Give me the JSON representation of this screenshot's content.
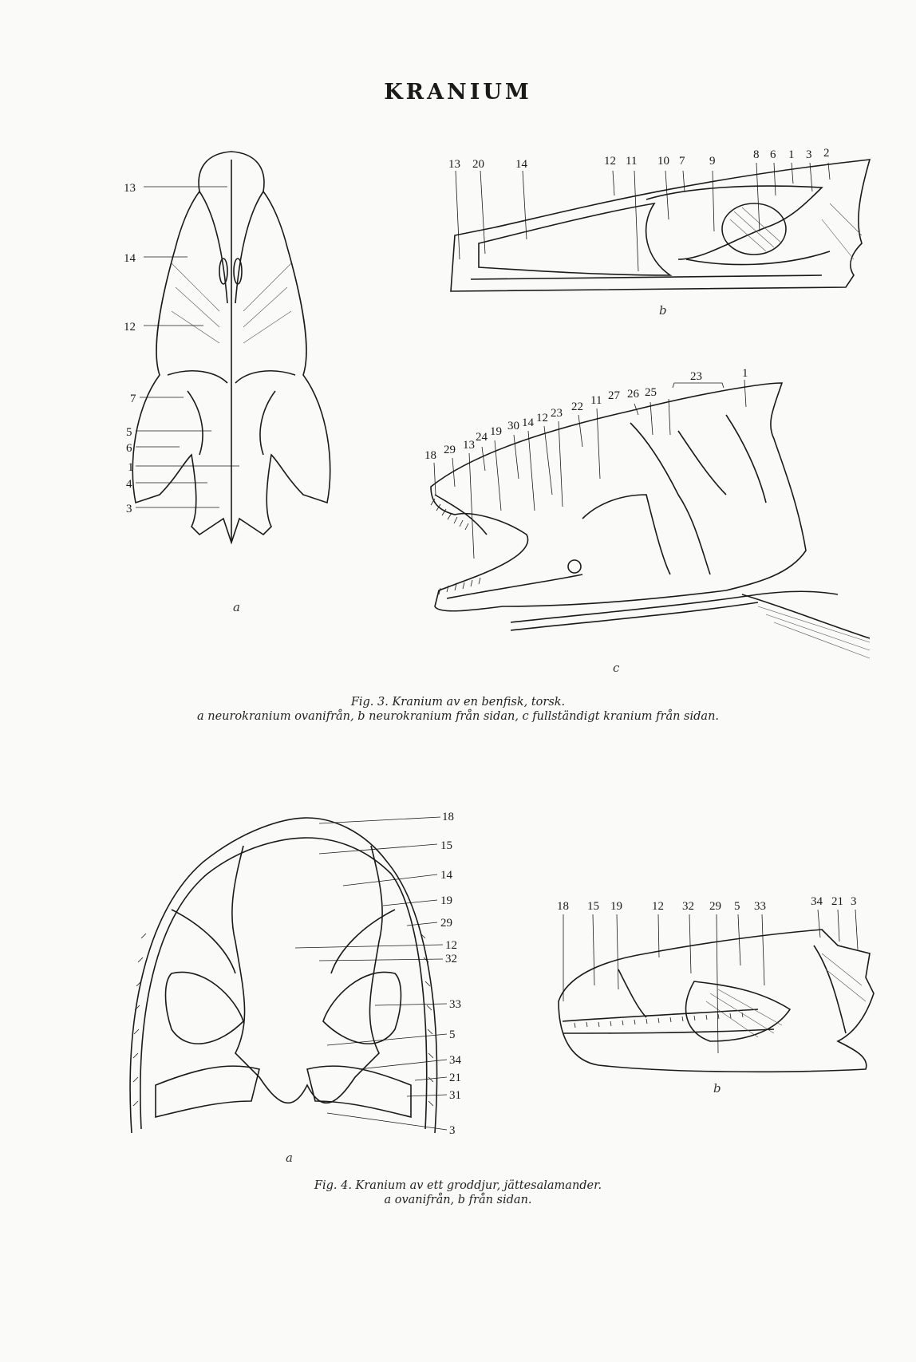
{
  "title": "KRANIUM",
  "fig3": {
    "a_labels": [
      "13",
      "14",
      "12",
      "7",
      "5",
      "6",
      "1",
      "4",
      "3"
    ],
    "b_labels": [
      "13",
      "20",
      "14",
      "12",
      "11",
      "10",
      "7",
      "9",
      "8",
      "6",
      "1",
      "3",
      "2"
    ],
    "c_labels": [
      "18",
      "29",
      "13",
      "24",
      "19",
      "30",
      "14",
      "12",
      "23",
      "22",
      "11",
      "27",
      "26",
      "25",
      "23",
      "1"
    ],
    "sub_a": "a",
    "sub_b": "b",
    "sub_c": "c",
    "caption_line1": "Fig. 3. Kranium av en benfisk, torsk.",
    "caption_line2": "a neurokranium ovanifrån, b neurokranium från sidan, c fullständigt kranium från sidan."
  },
  "fig4": {
    "a_labels": [
      "18",
      "15",
      "14",
      "19",
      "29",
      "12",
      "32",
      "33",
      "5",
      "34",
      "21",
      "31",
      "3"
    ],
    "b_labels": [
      "18",
      "15",
      "19",
      "12",
      "32",
      "29",
      "5",
      "33",
      "34",
      "21",
      "3"
    ],
    "sub_a": "a",
    "sub_b": "b",
    "caption_line1": "Fig. 4. Kranium av ett groddjur, jättesalamander.",
    "caption_line2": "a ovanifrån, b från sidan."
  }
}
